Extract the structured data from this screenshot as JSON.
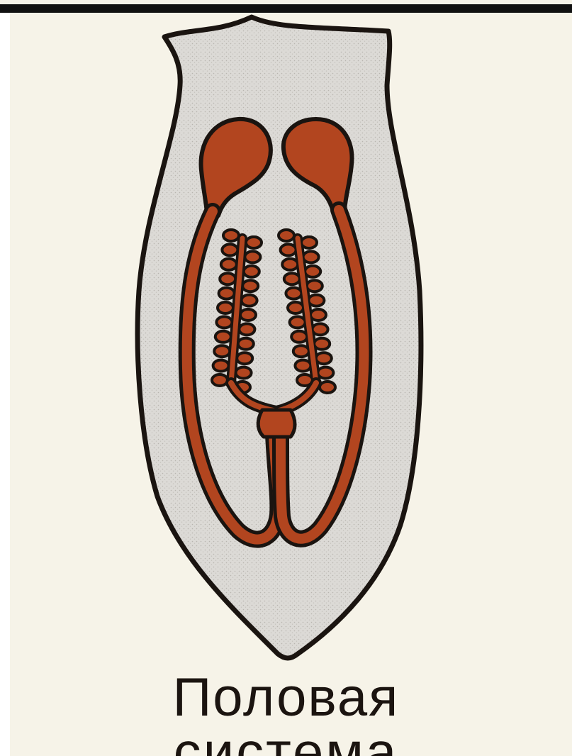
{
  "caption": {
    "line1": "Половая",
    "line2": "система"
  },
  "colors": {
    "paper": "#f6f3e8",
    "body_fill": "#dcdad6",
    "outline": "#1a1410",
    "organ_fill": "#b2451f",
    "organ_dark": "#7a2a14",
    "top_rule": "#111111"
  },
  "icons": {
    "figure": "flatworm-reproductive-system"
  }
}
